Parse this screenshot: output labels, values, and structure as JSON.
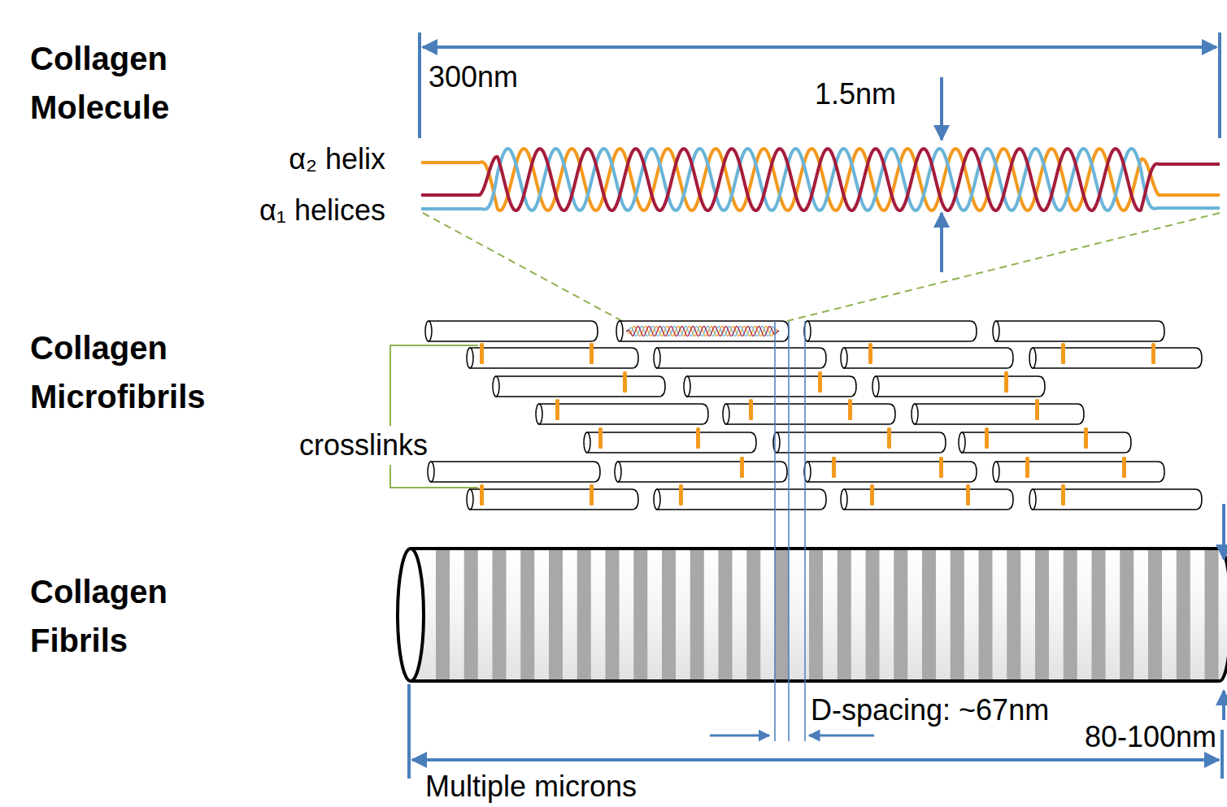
{
  "diagram": {
    "labels": [
      "Collagen Molecule",
      "Collagen Microfibrils",
      "Collagen Fibrils",
      "300nm",
      "1.5nm",
      "α₂ helix",
      "α₁ helices",
      "crosslinks",
      "D-spacing: ~67nm",
      "80-100nm",
      "Multiple microns"
    ]
  }
}
